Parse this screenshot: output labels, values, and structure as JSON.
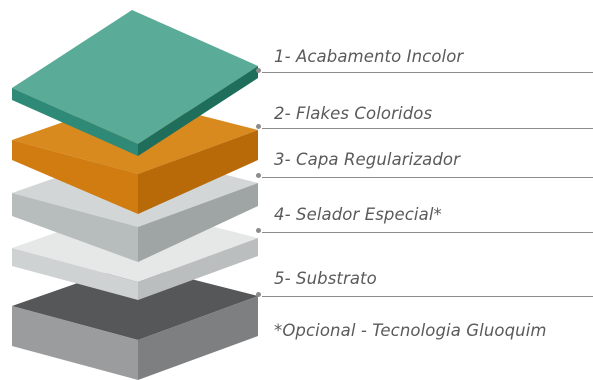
{
  "layers": [
    {
      "label": "1- Acabamento Incolor",
      "top": "#5aab97",
      "left": "#2e8a76",
      "right": "#1f6e5c"
    },
    {
      "label": "2- Flakes Coloridos",
      "top": "#d98a1e",
      "left": "#d07c10",
      "right": "#b86a08"
    },
    {
      "label": "3- Capa Regularizador",
      "top": "#d3d6d6",
      "left": "#b7bcbc",
      "right": "#9fa5a5"
    },
    {
      "label": "4- Selador Especial*",
      "top": "#e6e8e8",
      "left": "#cfd2d2",
      "right": "#babebe"
    },
    {
      "label": "5- Substrato",
      "top": "#555759",
      "left": "#9a9c9e",
      "right": "#7d7f81"
    }
  ],
  "footnote": "*Opcional - Tecnologia Gluoquim"
}
